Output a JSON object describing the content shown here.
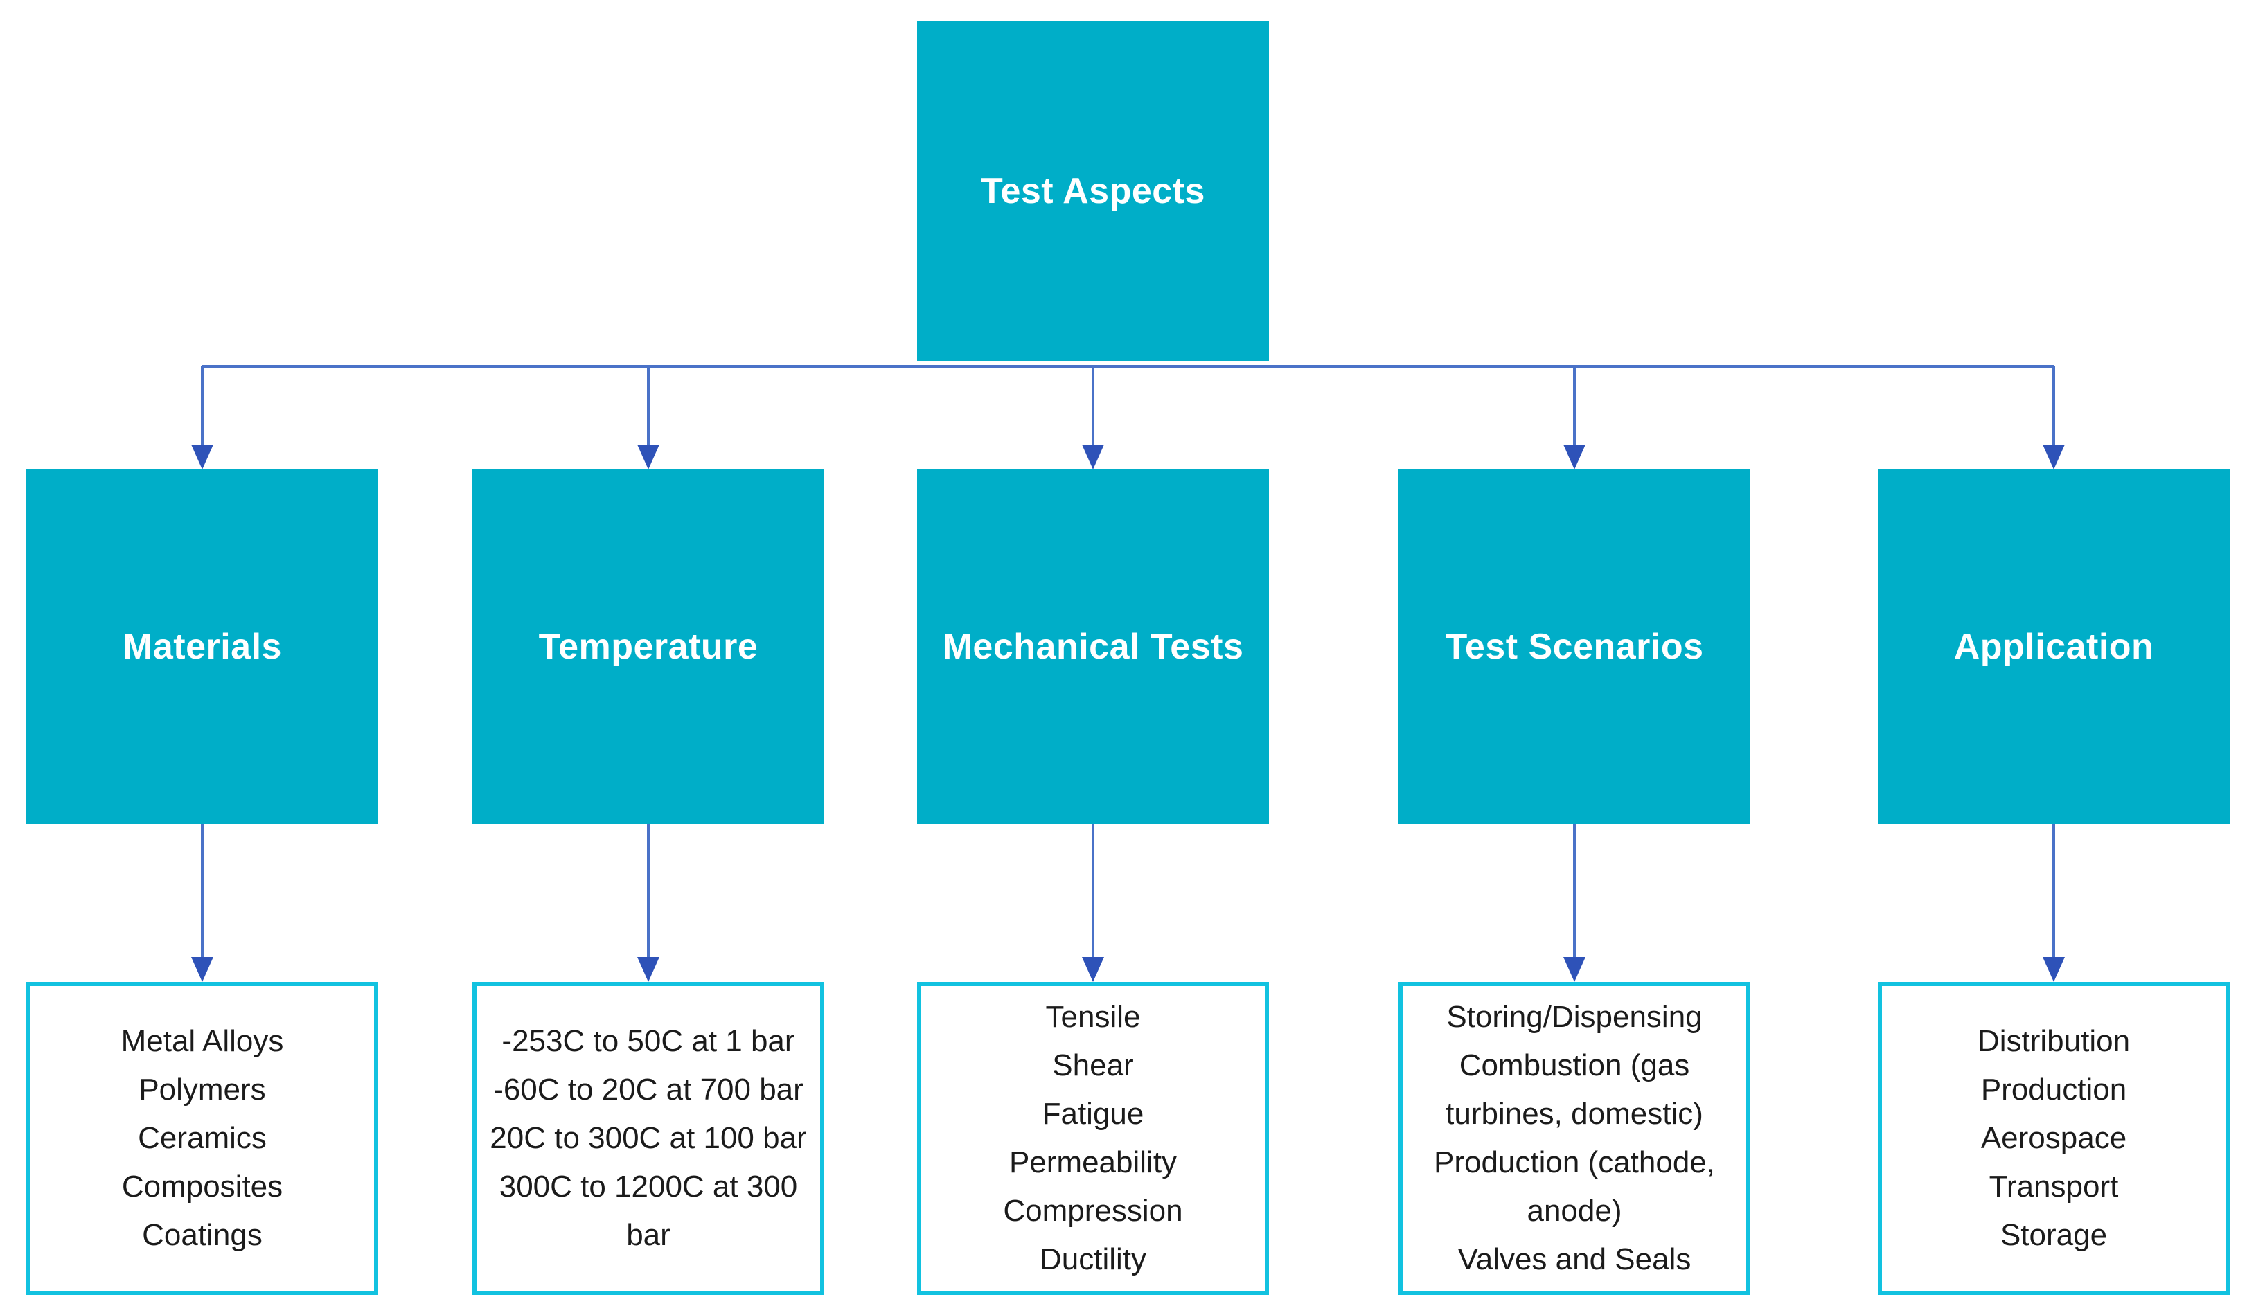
{
  "diagram": {
    "root": {
      "label": "Test Aspects"
    },
    "branches": [
      {
        "label": "Materials",
        "items": [
          "Metal Alloys",
          "Polymers",
          "Ceramics",
          "Composites",
          "Coatings"
        ]
      },
      {
        "label": "Temperature",
        "items": [
          "-253C to 50C at 1 bar",
          "-60C to 20C at 700 bar",
          "20C to 300C at 100 bar",
          "300C to 1200C at 300 bar"
        ]
      },
      {
        "label": "Mechanical Tests",
        "items": [
          "Tensile",
          "Shear",
          "Fatigue",
          "Permeability",
          "Compression",
          "Ductility"
        ]
      },
      {
        "label": "Test Scenarios",
        "items": [
          "Storing/Dispensing",
          "Combustion (gas turbines, domestic)",
          "Production (cathode, anode)",
          "Valves and Seals"
        ]
      },
      {
        "label": "Application",
        "items": [
          "Distribution",
          "Production",
          "Aerospace",
          "Transport",
          "Storage"
        ]
      }
    ],
    "colors": {
      "node_fill": "#00AEC8",
      "node_text": "#FFFFFF",
      "leaf_border": "#12C2E0",
      "leaf_background": "#FFFFFF",
      "leaf_text": "#1B1B1B",
      "connector_line": "#4A72C8",
      "arrowhead": "#2E52B8",
      "background": "#FFFFFF"
    }
  }
}
